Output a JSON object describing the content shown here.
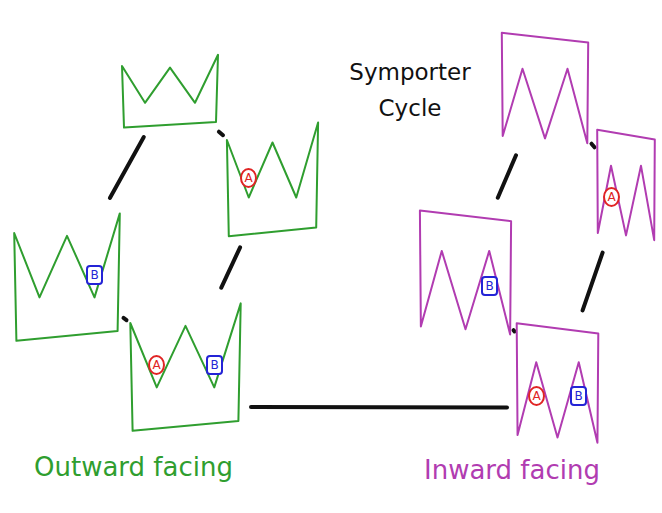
{
  "diagram": {
    "title": "Symporter Cycle",
    "nodes": [
      {
        "text": []
      },
      {
        "text": []
      },
      {
        "text": [
          "A"
        ],
        "in": 1
      },
      {
        "text": []
      },
      {
        "text": [
          "B"
        ],
        "in": 3
      },
      {
        "text": []
      },
      {
        "text": [
          "A"
        ],
        "in": 5
      },
      {
        "text": [
          "B"
        ],
        "in": 5
      },
      {
        "text": []
      },
      {
        "text": []
      },
      {
        "text": [
          "A"
        ],
        "in": 9
      },
      {
        "text": []
      },
      {
        "text": [
          "B"
        ],
        "in": 11
      },
      {
        "text": []
      },
      {
        "text": [
          "A"
        ],
        "in": 13
      },
      {
        "text": [
          "B"
        ],
        "in": 13
      }
    ],
    "edges": [
      {
        "from": 0,
        "to": 1,
        "arrow": "none"
      },
      {
        "from": 1,
        "to": 5,
        "arrow": "none"
      },
      {
        "from": 5,
        "to": 3,
        "arrow": "none"
      },
      {
        "from": 3,
        "to": 0,
        "arrow": "none"
      },
      {
        "from": 5,
        "to": 13,
        "arrow": "none"
      },
      {
        "from": 8,
        "to": 9,
        "arrow": "none"
      },
      {
        "from": 9,
        "to": 13,
        "arrow": "none"
      },
      {
        "from": 13,
        "to": 11,
        "arrow": "none"
      },
      {
        "from": 11,
        "to": 8,
        "arrow": "none"
      }
    ],
    "labels": [
      "Outward facing",
      "Inward facing"
    ]
  }
}
